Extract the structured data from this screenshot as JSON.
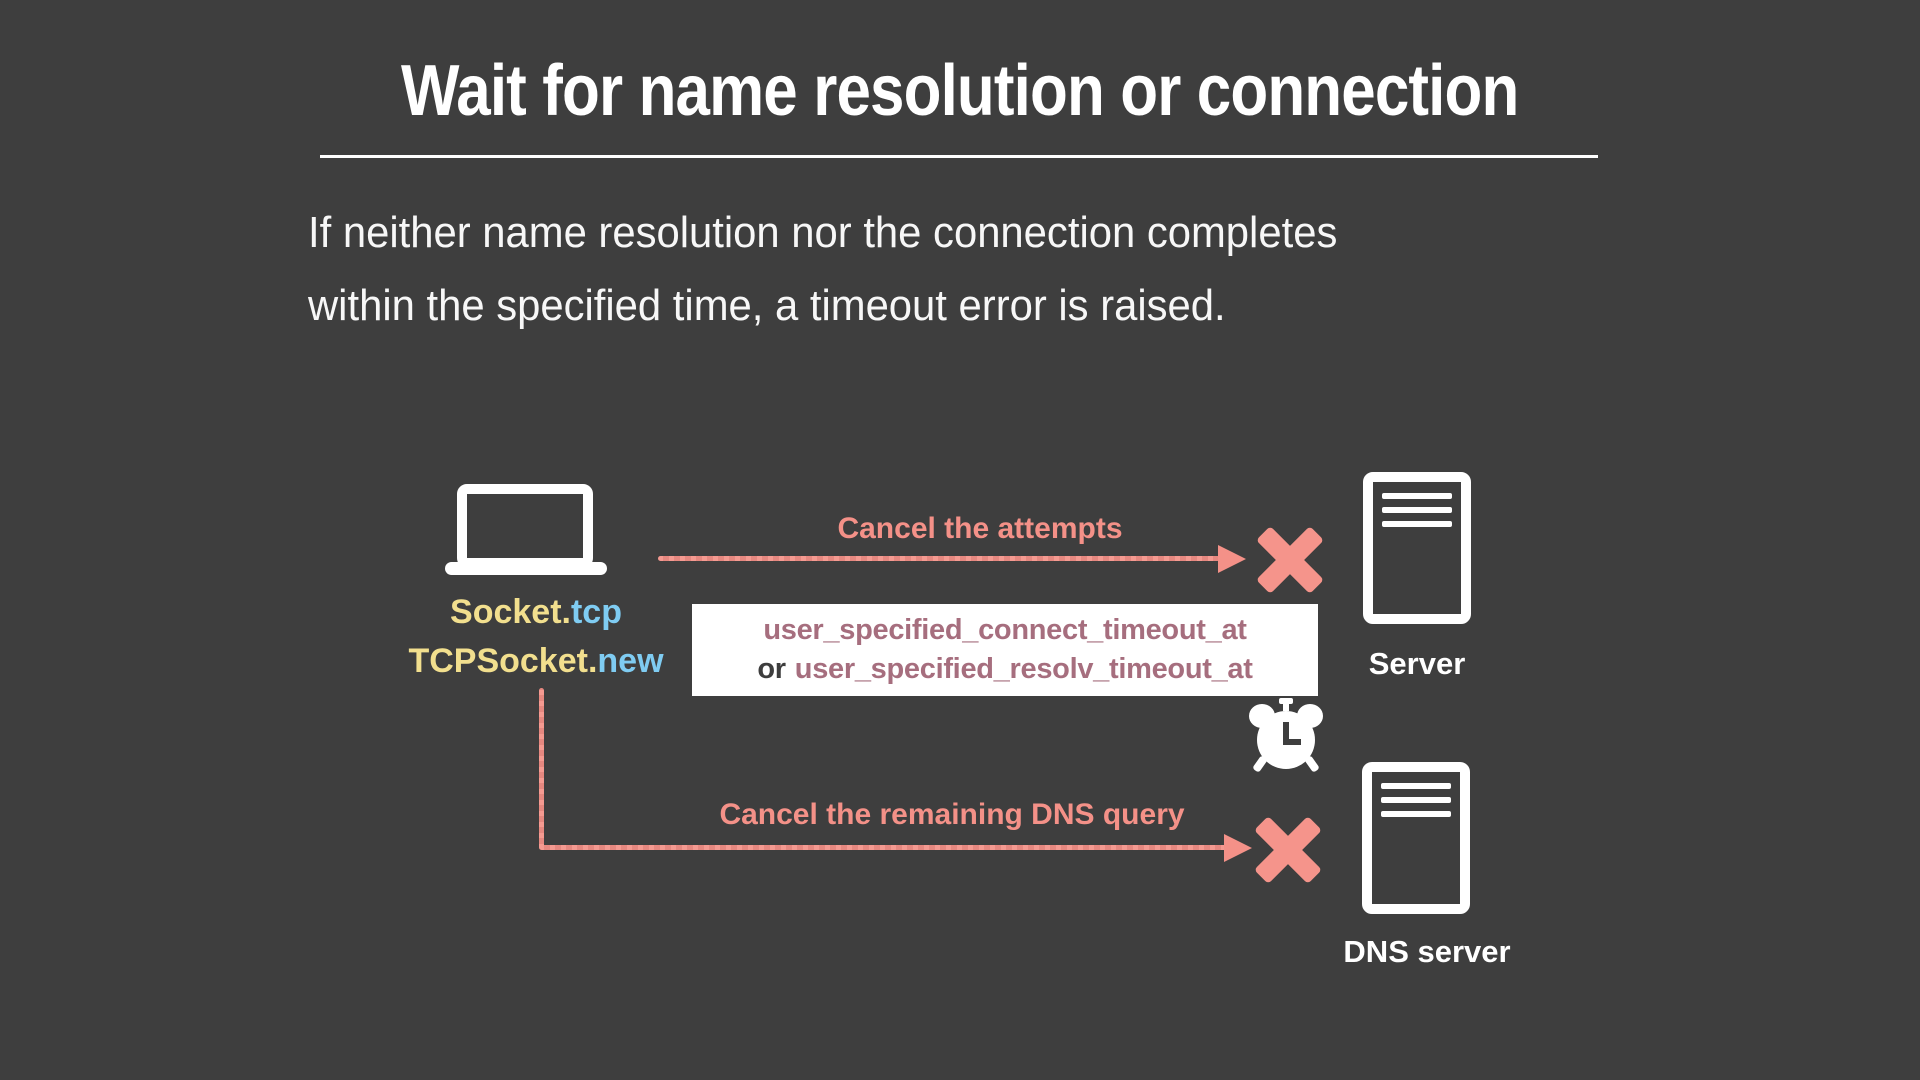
{
  "slide": {
    "title": "Wait for name resolution or connection",
    "body": {
      "line1": "If neither name resolution nor the connection completes",
      "line2": "within the specified time, a timeout error is raised."
    },
    "colors": {
      "background": "#3e3e3e",
      "text_white": "#ffffff",
      "accent_pink": "#f49188",
      "accent_yellow": "#f2df8e",
      "accent_blue": "#7fccf2",
      "timeout_text_mauve": "#a66e7e",
      "timeout_box_background": "#ffffff"
    }
  },
  "diagram": {
    "client_code": {
      "line1_module": "Socket",
      "line1_dot": ".",
      "line1_method": "tcp",
      "line2_module": "TCPSocket",
      "line2_dot": ".",
      "line2_method": "new"
    },
    "arrows": {
      "upper": {
        "label": "Cancel the attempts"
      },
      "lower": {
        "label": "Cancel the remaining DNS query"
      }
    },
    "timeout_box": {
      "line1": "user_specified_connect_timeout_at",
      "line2_prefix": "or",
      "line2_value": "user_specified_resolv_timeout_at"
    },
    "server": {
      "label": "Server"
    },
    "dns_server": {
      "label": "DNS server"
    },
    "icons": {
      "client": "laptop-icon",
      "server": "server-icon",
      "dns_server": "server-icon",
      "timeout": "alarm-clock-icon",
      "cancel": "x-mark-icon",
      "arrow": "arrow-right-icon"
    }
  }
}
